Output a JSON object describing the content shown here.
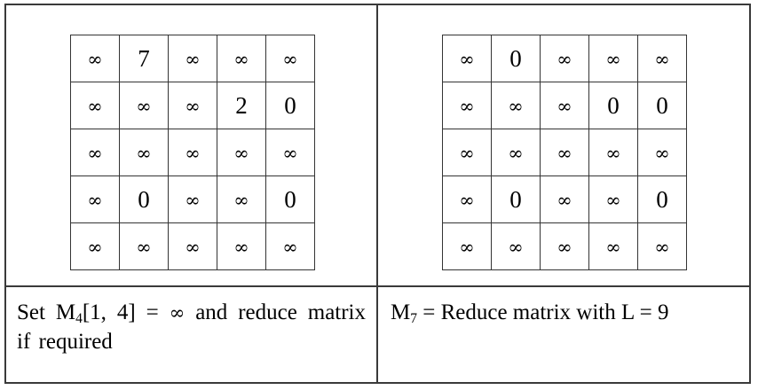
{
  "figure": {
    "type": "two-panel-matrix-figure",
    "panels": [
      {
        "id": "panel-left",
        "matrix": {
          "name": "M4",
          "rows": 5,
          "cols": 5,
          "values": [
            [
              "∞",
              "7",
              "∞",
              "∞",
              "∞"
            ],
            [
              "∞",
              "∞",
              "∞",
              "2",
              "0"
            ],
            [
              "∞",
              "∞",
              "∞",
              "∞",
              "∞"
            ],
            [
              "∞",
              "0",
              "∞",
              "∞",
              "0"
            ],
            [
              "∞",
              "∞",
              "∞",
              "∞",
              "∞"
            ]
          ]
        },
        "caption": {
          "full_text": "Set M4[1, 4] = ∞ and reduce matrix if required",
          "part_1": "Set ",
          "symbol": "M",
          "subscript": "4",
          "part_2": "[1, 4] = ",
          "infinity": "∞",
          "part_3": " and reduce matrix if required"
        }
      },
      {
        "id": "panel-right",
        "matrix": {
          "name": "M7",
          "rows": 5,
          "cols": 5,
          "values": [
            [
              "∞",
              "0",
              "∞",
              "∞",
              "∞"
            ],
            [
              "∞",
              "∞",
              "∞",
              "0",
              "0"
            ],
            [
              "∞",
              "∞",
              "∞",
              "∞",
              "∞"
            ],
            [
              "∞",
              "0",
              "∞",
              "∞",
              "0"
            ],
            [
              "∞",
              "∞",
              "∞",
              "∞",
              "∞"
            ]
          ]
        },
        "caption": {
          "full_text": "M7 = Reduce matrix with L = 9",
          "symbol": "M",
          "subscript": "7",
          "part_1": " = Reduce matrix with L = 9"
        }
      }
    ],
    "colors": {
      "border": "#3a3a3a",
      "cell_border": "#343434",
      "text": "#000000",
      "background": "#ffffff"
    }
  }
}
